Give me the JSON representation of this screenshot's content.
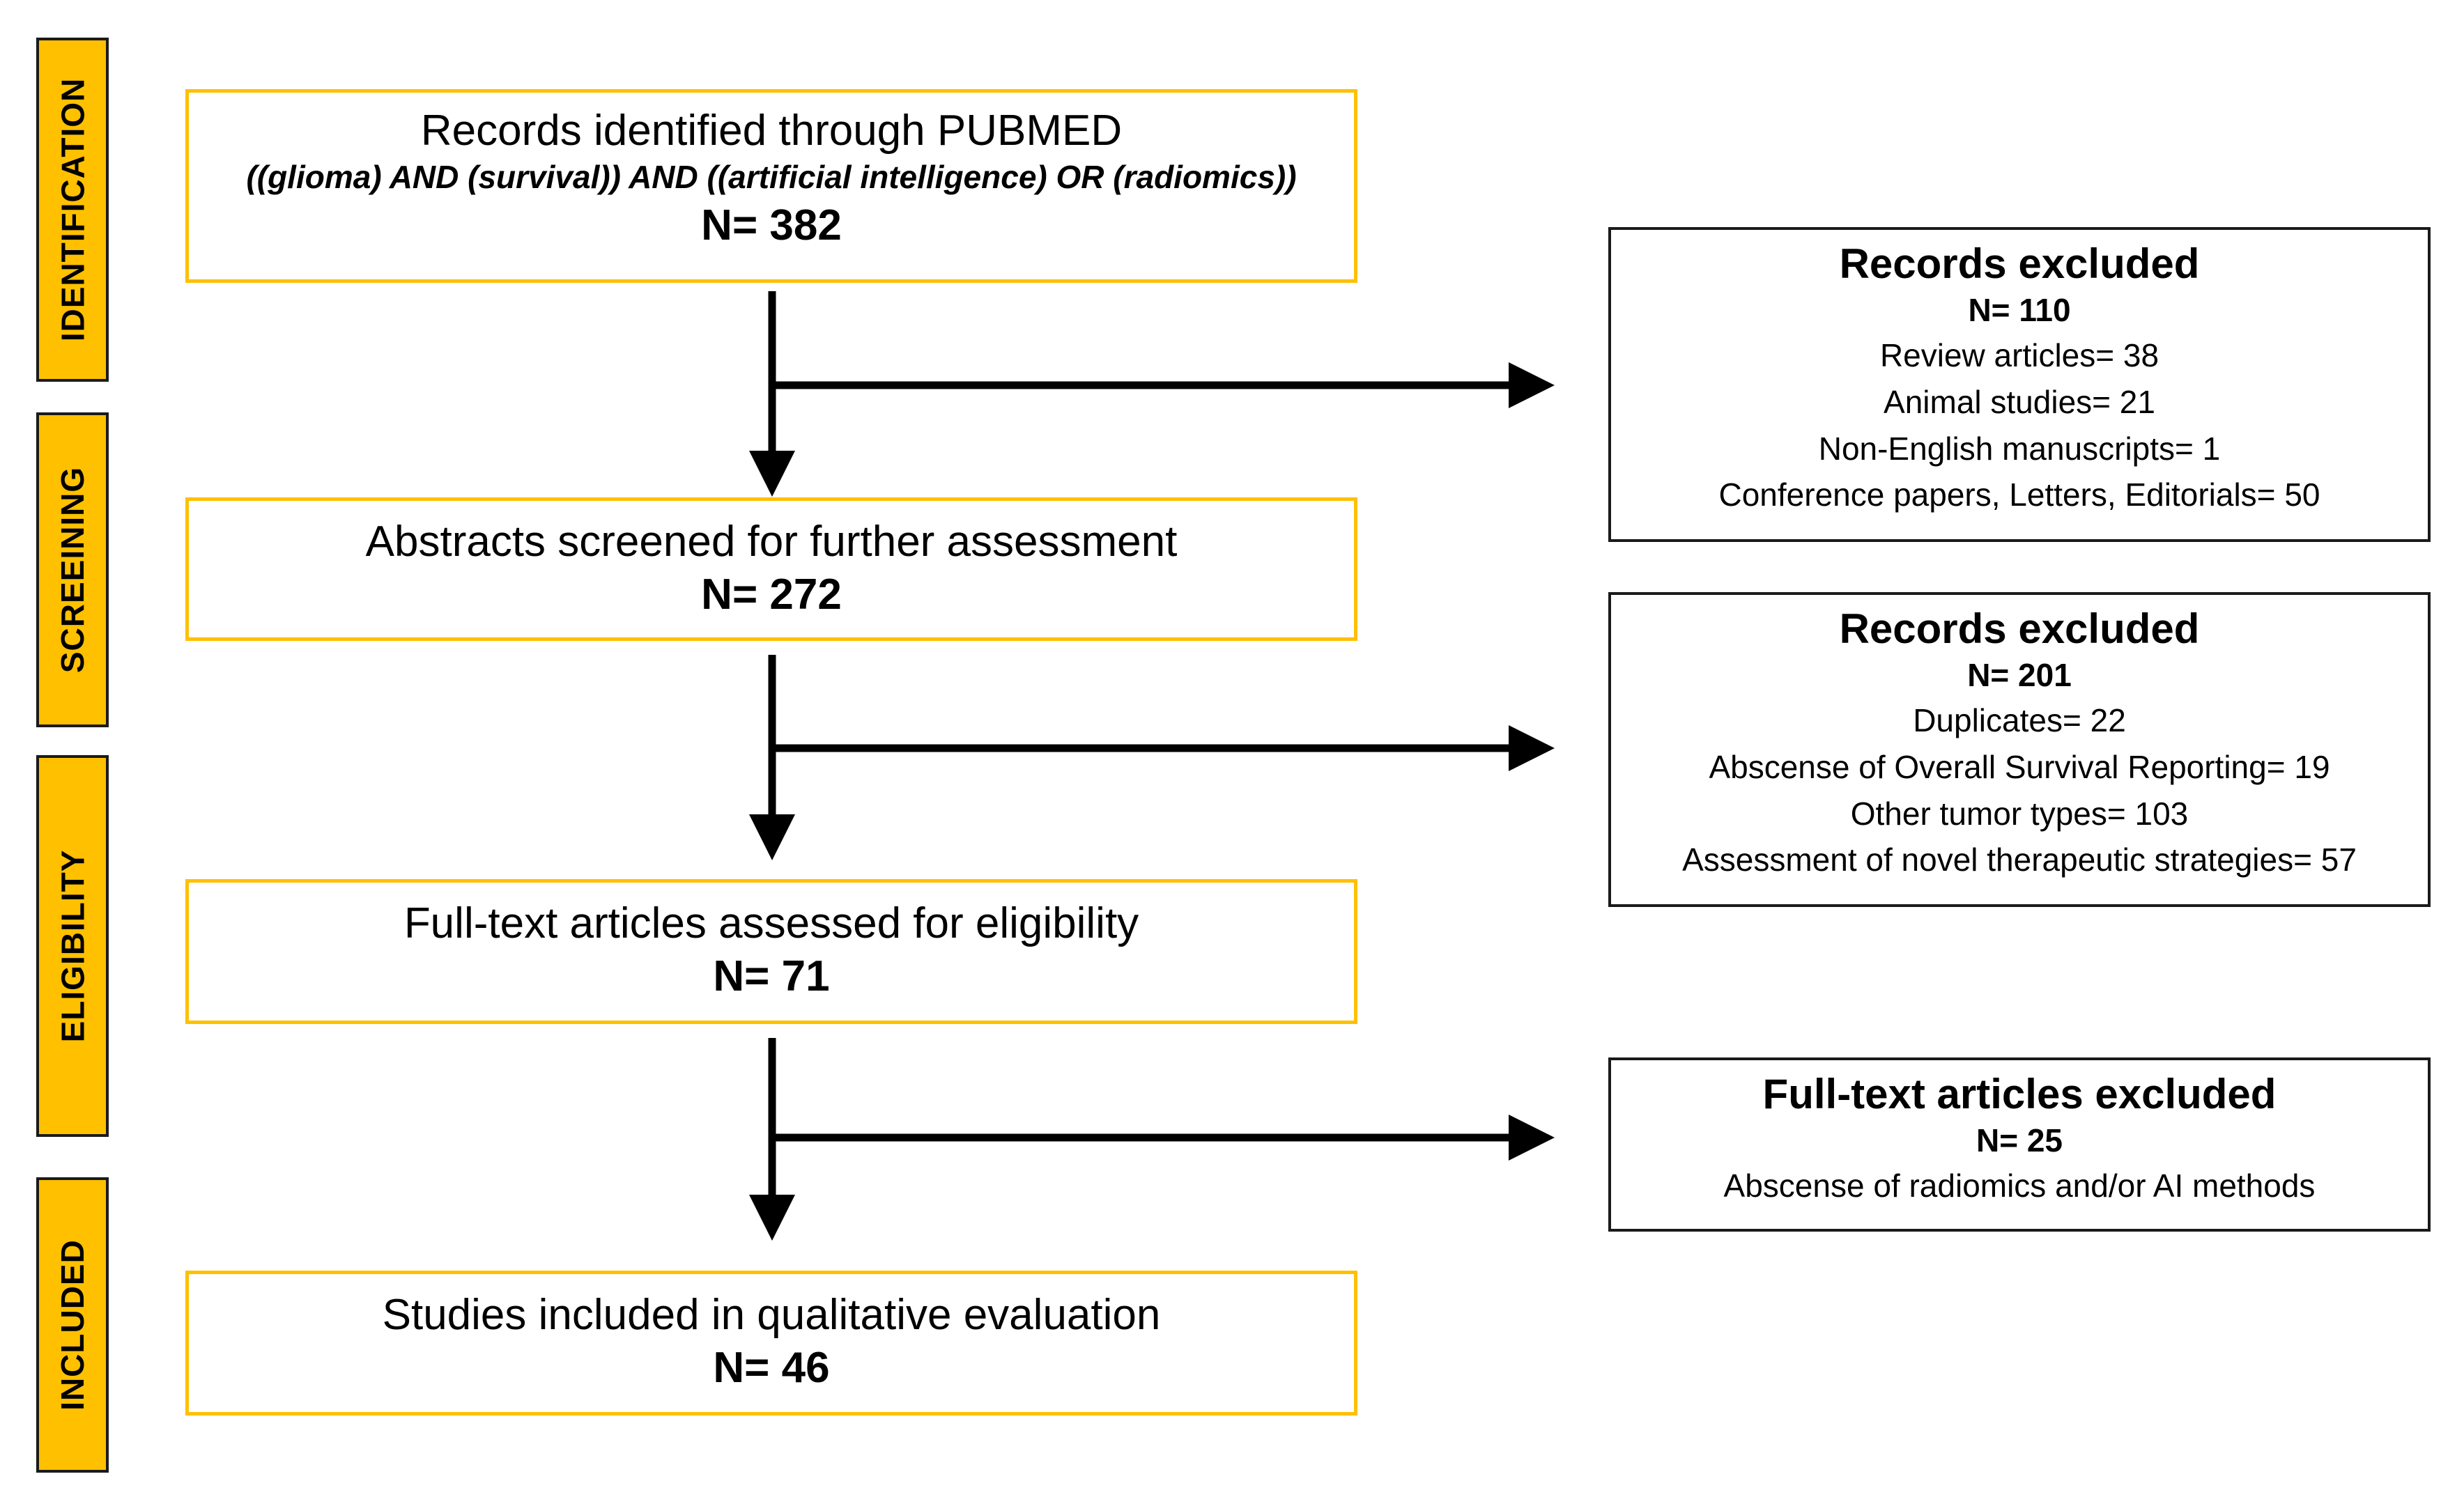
{
  "phases": {
    "identification": "IDENTIFICATION",
    "screening": "SCREEINING",
    "eligibility": "ELIGIBILITY",
    "included": "INCLUDED"
  },
  "boxes": {
    "identified": {
      "title": "Records identified through PUBMED",
      "query": "((glioma) AND (survival)) AND ((artificial intelligence) OR (radiomics))",
      "count": "N= 382"
    },
    "screened": {
      "title": "Abstracts screened for further assessment",
      "count": "N= 272"
    },
    "eligible": {
      "title": "Full-text articles assessed for eligibility",
      "count": "N= 71"
    },
    "included": {
      "title": "Studies included in qualitative evaluation",
      "count": "N= 46"
    }
  },
  "exclusions": [
    {
      "title": "Records excluded",
      "count": "N= 110",
      "items": [
        "Review articles= 38",
        "Animal studies= 21",
        "Non-English manuscripts= 1",
        "Conference papers, Letters, Editorials= 50"
      ]
    },
    {
      "title": "Records excluded",
      "count": "N= 201",
      "items": [
        "Duplicates= 22",
        "Abscense of Overall Survival Reporting= 19",
        "Other tumor types= 103",
        "Assessment of novel therapeutic strategies= 57"
      ]
    },
    {
      "title": "Full-text articles excluded",
      "count": "N= 25",
      "items": [
        "Abscense of radiomics and/or AI methods"
      ]
    }
  ],
  "colors": {
    "phase_fill": "#ffc000",
    "main_border": "#ffc000",
    "exclusion_border": "#1a1a1a",
    "arrow": "#000000"
  }
}
